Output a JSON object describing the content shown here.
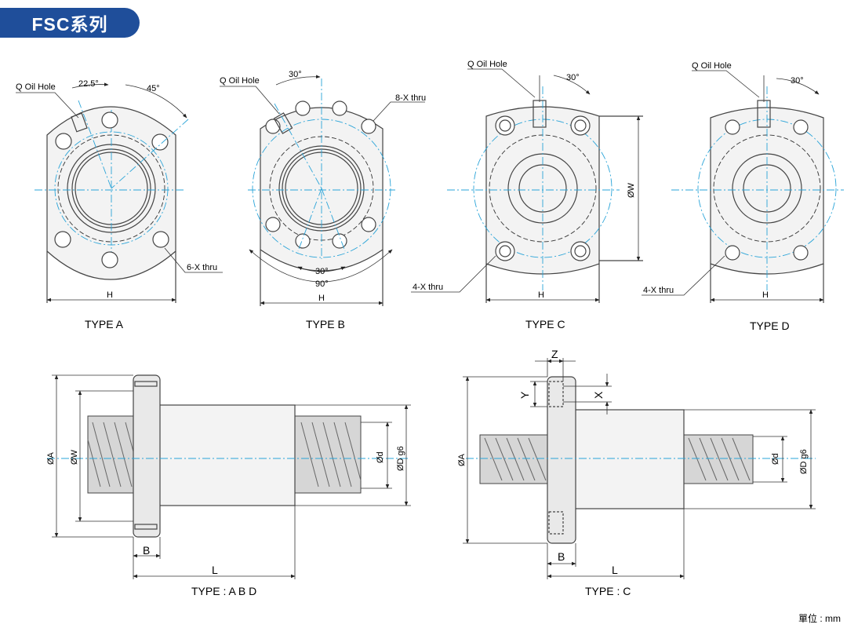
{
  "header": {
    "title": "FSC系列"
  },
  "unit_label": "單位 : mm",
  "colors": {
    "title_bg": "#1f4e9a",
    "centerline": "#2aa4d8"
  },
  "views": {
    "type_a": {
      "caption": "TYPE A",
      "oil_hole": "Q Oil Hole",
      "angle1": "22.5°",
      "angle2": "45°",
      "holes": "6-X thru",
      "width": "H"
    },
    "type_b": {
      "caption": "TYPE B",
      "oil_hole": "Q Oil Hole",
      "angle1": "30°",
      "holes": "8-X thru",
      "angle2": "30°",
      "angle3": "90°",
      "width": "H"
    },
    "type_c": {
      "caption": "TYPE C",
      "oil_hole": "Q Oil Hole",
      "angle1": "30°",
      "holes": "4-X thru",
      "width": "H",
      "height": "ØW"
    },
    "type_d": {
      "caption": "TYPE D",
      "oil_hole": "Q Oil Hole",
      "angle1": "30°",
      "holes": "4-X thru",
      "width": "H"
    },
    "side_abd": {
      "caption": "TYPE : A B D",
      "flange_dia": "ØA",
      "bolt_circle": "ØW",
      "shaft_dia": "Ød",
      "body_dia": "ØD g6",
      "flange_thk": "B",
      "length": "L"
    },
    "side_c": {
      "caption": "TYPE : C",
      "flange_dia": "ØA",
      "shaft_dia": "Ød",
      "body_dia": "ØD g6",
      "flange_thk": "B",
      "length": "L",
      "z": "Z",
      "y": "Y",
      "x": "X"
    }
  }
}
